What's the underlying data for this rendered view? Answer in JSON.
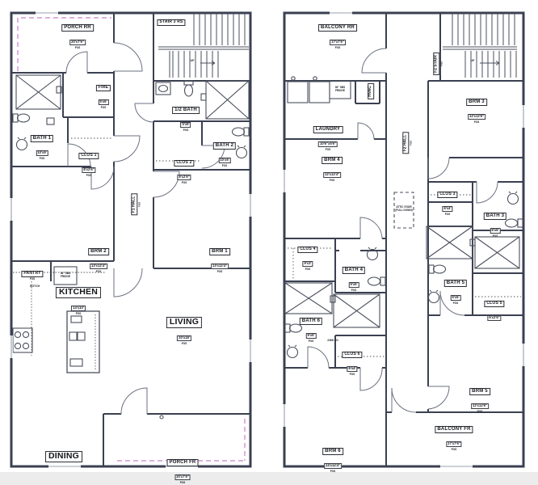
{
  "palette": {
    "wall_line": "#3a4050",
    "fixture_line": "#4a4f5c",
    "door_arc": "#6b7280",
    "window_line": "#98a0ac",
    "porch_dashed": "#c97fc9",
    "page_band": "#ececec"
  },
  "floor1": {
    "porch_rr": {
      "name": "PORCH RR",
      "dims": "20'x7'6\"",
      "fos": "FOS"
    },
    "stair": {
      "name": "STAIR 3 RS"
    },
    "up": "UP",
    "fire": {
      "name": "FIRE",
      "dims": "5'x5'",
      "fos": "FOS"
    },
    "half_bath": {
      "name": "1/2 BATH",
      "dims": "5'x5'",
      "fos": "FOS"
    },
    "bath1": {
      "name": "BATH 1",
      "dims": "10'x5'",
      "fos": "FOS"
    },
    "clos1": {
      "name": "CLOS 1",
      "dims": "8'x2'6\"",
      "fos": "FOS"
    },
    "bath2": {
      "name": "BATH 2",
      "dims": "10'x5'",
      "fos": "FOS"
    },
    "clos2": {
      "name": "CLOS 2",
      "dims": "8'x2'6\"",
      "fos": "FOS"
    },
    "hall": {
      "name": "F1 HALL",
      "fos": "FOS"
    },
    "brm2": {
      "name": "BRM 2",
      "dims": "13'x12'4\"",
      "fos": "FOS"
    },
    "brm1": {
      "name": "BRM 1",
      "dims": "13'x12'4\"",
      "fos": "FOS"
    },
    "pantry": {
      "name": "PANTRY",
      "fos": "FOS"
    },
    "fridge": {
      "line1": "36\" SBS",
      "line2": "FRIDGE"
    },
    "notch": "NOTCH",
    "kitchen": {
      "name": "KITCHEN",
      "dims": "14'x10'",
      "fos": "FOS"
    },
    "living": {
      "name": "LIVING",
      "dims": "20'x18'",
      "fos": "FOS"
    },
    "dining": {
      "name": "DINING"
    },
    "porch_fr": {
      "name": "PORCH FR",
      "dims": "20'x7'6\"",
      "fos": "FOS"
    }
  },
  "floor2": {
    "balcony_rr": {
      "name": "BALCONY RR",
      "dims": "17'x7'6\"",
      "fos": "FOS"
    },
    "fridge": {
      "line1": "36\" SBS",
      "line2": "FRIDGE"
    },
    "hvac": {
      "name": "HVAC"
    },
    "stair": {
      "name": "F2 STAIR",
      "fos": "FOS"
    },
    "up": "UP",
    "laundry": {
      "name": "LAUNDRY",
      "dims": "10'6\"x5'6\"",
      "fos": "FOS"
    },
    "brm4": {
      "name": "BRM 4",
      "dims": "12'x12'4\"",
      "fos": "FOS"
    },
    "brm3": {
      "name": "BRM 3",
      "dims": "12'x12'6\"",
      "fos": "FOS"
    },
    "hall": {
      "name": "F2 HALL",
      "fos": "FOS"
    },
    "attic": {
      "line1": "ATTIC STAIR",
      "line2": "(PULL DOWN)"
    },
    "clos3": {
      "name": "CLOS 3",
      "dims": "6'x4'",
      "fos": "FOS"
    },
    "bath3": {
      "name": "BATH 3",
      "dims": "9'x5'",
      "fos": "FOS"
    },
    "clos4": {
      "name": "CLOS 4",
      "dims": "9'x3'",
      "fos": "FOS"
    },
    "bath4": {
      "name": "BATH 4",
      "dims": "9'x5'",
      "fos": "FOS"
    },
    "bath5": {
      "name": "BATH 5",
      "dims": "9'x5'",
      "fos": "FOS"
    },
    "clos5": {
      "name": "CLOS 5",
      "dims": "6'x2'6\"",
      "fos": "FOS"
    },
    "bath6": {
      "name": "BATH 6",
      "dims": "9'x5'",
      "fos": "FOS"
    },
    "co": "2468 CO",
    "clos6": {
      "name": "CLOS 6",
      "dims": "6'x4'",
      "fos": "FOS"
    },
    "brm5": {
      "name": "BRM 5",
      "dims": "12'x12'6\"",
      "fos": "FOS"
    },
    "balcony_fr": {
      "name": "BALCONY FR",
      "dims": "17'x7'6\"",
      "fos": "FOS"
    },
    "brm6": {
      "name": "BRM 6",
      "dims": "13'x12'4\"",
      "fos": "FOS"
    }
  }
}
